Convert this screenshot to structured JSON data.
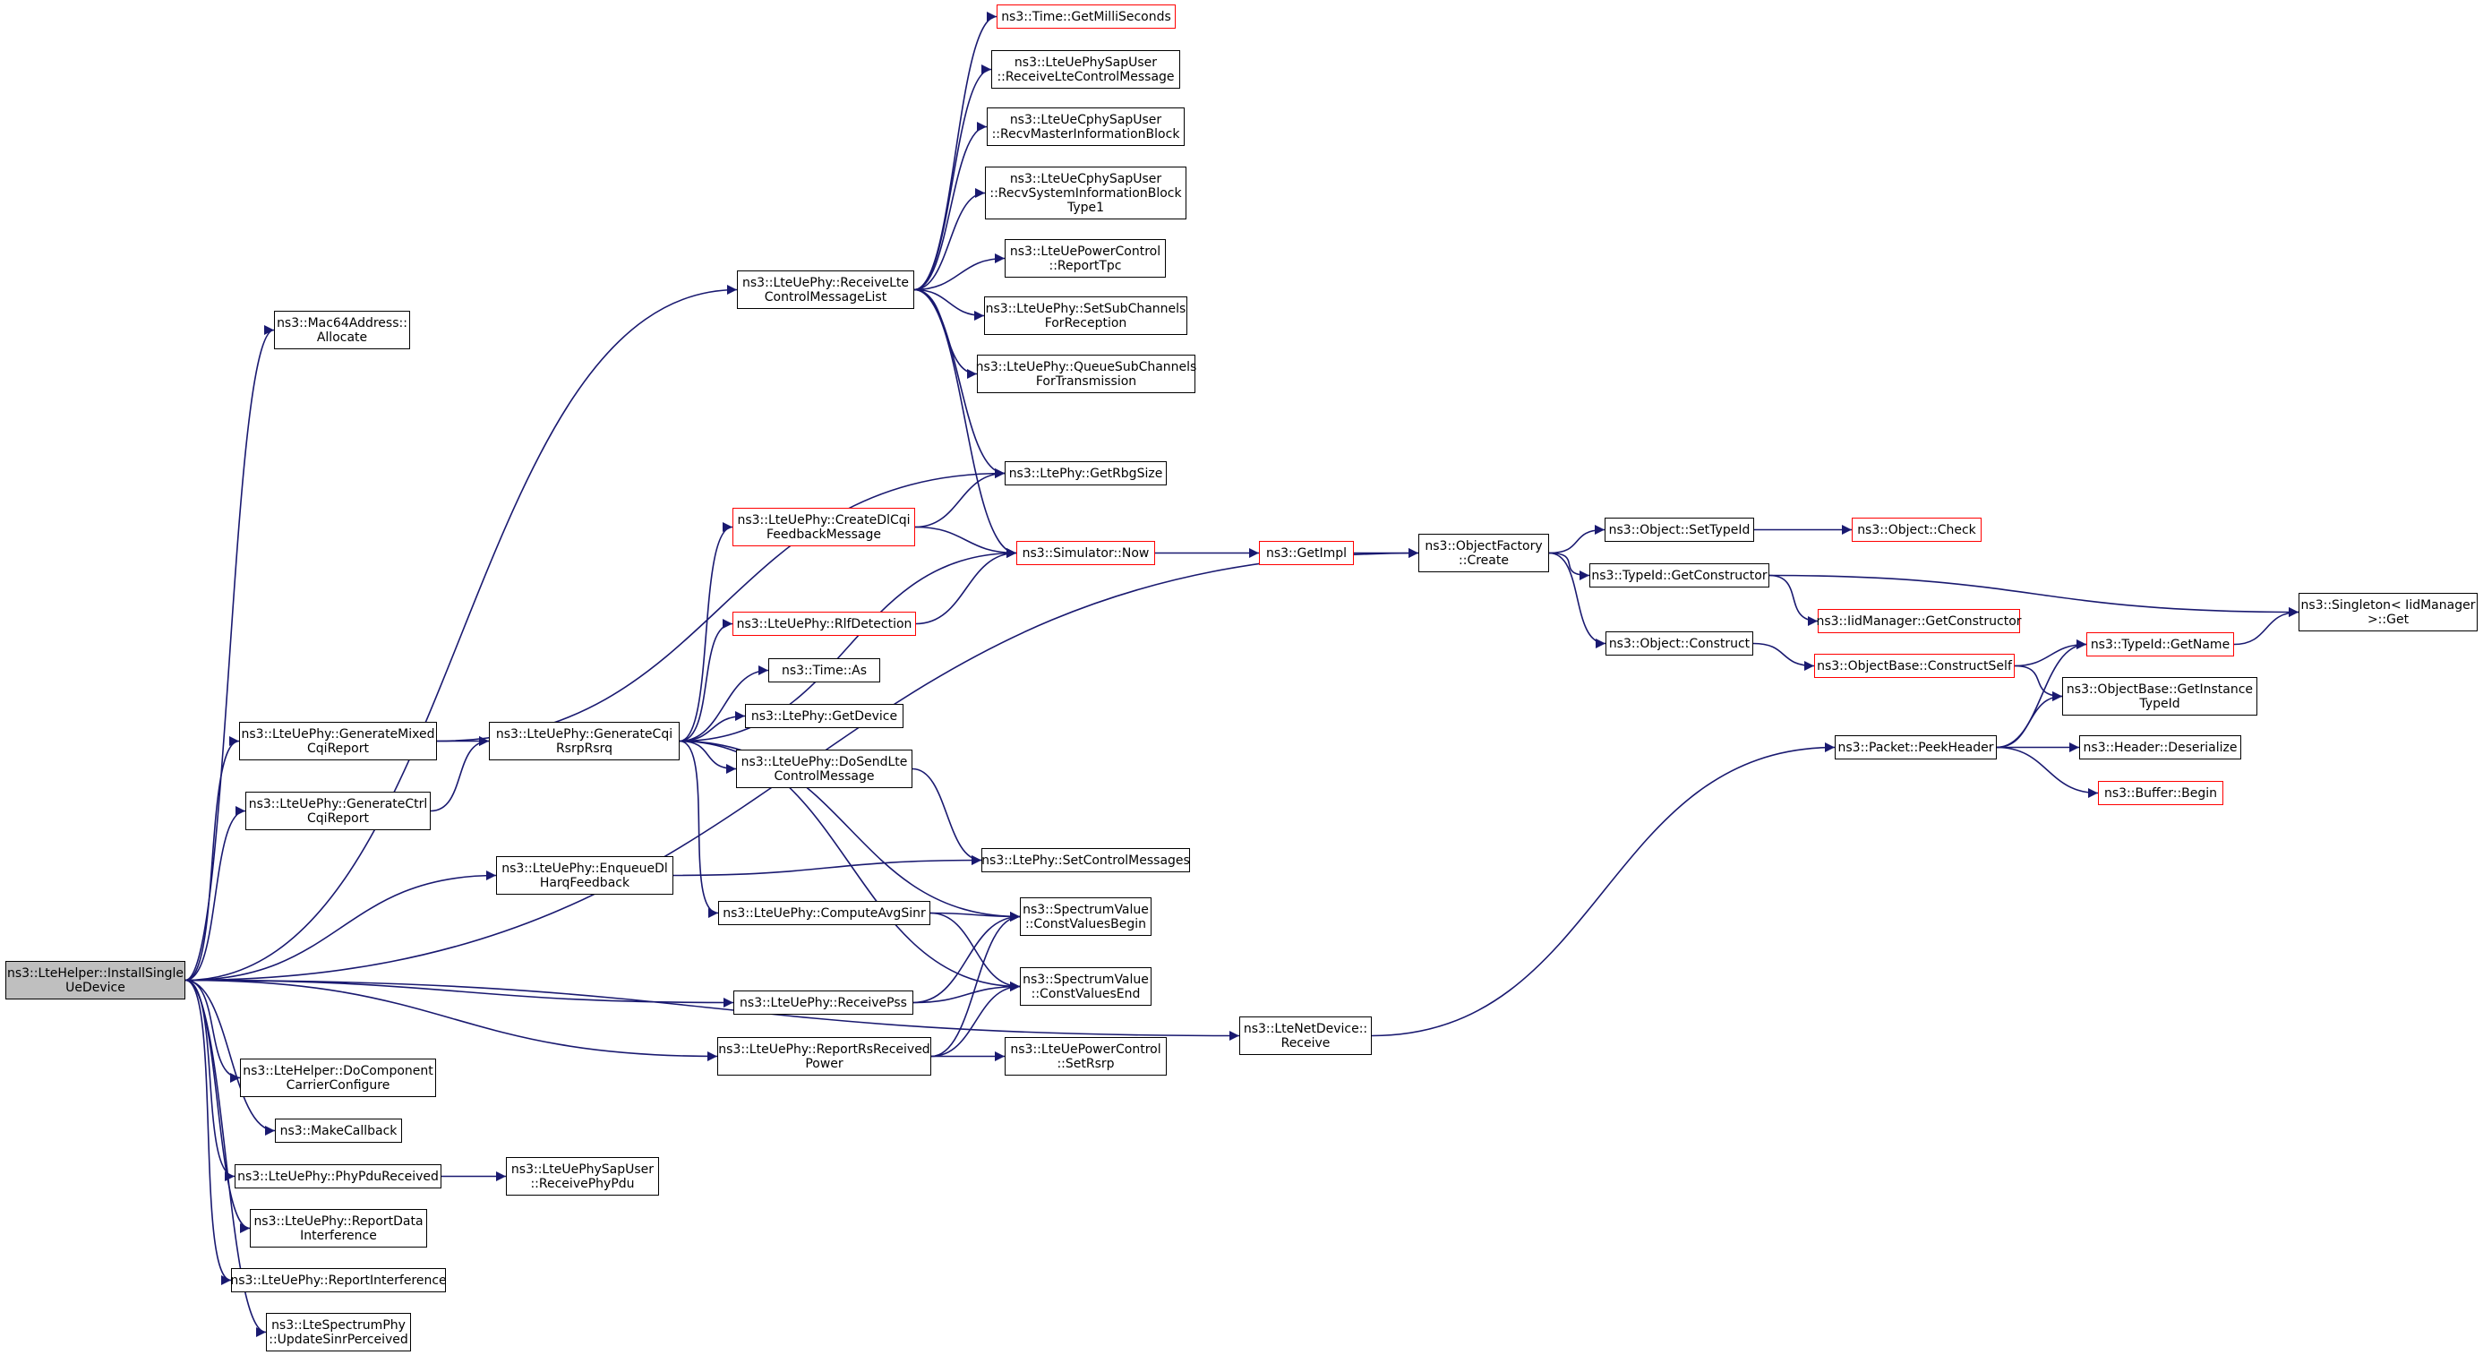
{
  "colors": {
    "edge": "#191970",
    "node_border": "#000000",
    "truncated_border": "#ff0000",
    "root_fill": "#bfbfbf"
  },
  "nodes": {
    "root": [
      "ns3::LteHelper::InstallSingle",
      "UeDevice"
    ],
    "mac64": [
      "ns3::Mac64Address::",
      "Allocate"
    ],
    "receiveLte": [
      "ns3::LteUePhy::ReceiveLte",
      "ControlMessageList"
    ],
    "getMilli": [
      "ns3::Time::GetMilliSeconds"
    ],
    "phySapRecv": [
      "ns3::LteUePhySapUser",
      "::ReceiveLteControlMessage"
    ],
    "recvMaster": [
      "ns3::LteUeCphySapUser",
      "::RecvMasterInformationBlock"
    ],
    "recvSys": [
      "ns3::LteUeCphySapUser",
      "::RecvSystemInformationBlock",
      "Type1"
    ],
    "reportTpc": [
      "ns3::LteUePowerControl",
      "::ReportTpc"
    ],
    "setSub": [
      "ns3::LteUePhy::SetSubChannels",
      "ForReception"
    ],
    "queueSub": [
      "ns3::LteUePhy::QueueSubChannels",
      "ForTransmission"
    ],
    "getRbg": [
      "ns3::LtePhy::GetRbgSize"
    ],
    "createDl": [
      "ns3::LteUePhy::CreateDlCqi",
      "FeedbackMessage"
    ],
    "simNow": [
      "ns3::Simulator::Now"
    ],
    "getImpl": [
      "ns3::GetImpl"
    ],
    "objCreate": [
      "ns3::ObjectFactory",
      "::Create"
    ],
    "setTypeId": [
      "ns3::Object::SetTypeId"
    ],
    "objCheck": [
      "ns3::Object::Check"
    ],
    "getCtor": [
      "ns3::TypeId::GetConstructor"
    ],
    "singleton": [
      "ns3::Singleton< IidManager",
      ">::Get"
    ],
    "iidCtor": [
      "ns3::IidManager::GetConstructor"
    ],
    "objConstruct": [
      "ns3::Object::Construct"
    ],
    "constructSelf": [
      "ns3::ObjectBase::ConstructSelf"
    ],
    "getName": [
      "ns3::TypeId::GetName"
    ],
    "getInstance": [
      "ns3::ObjectBase::GetInstance",
      "TypeId"
    ],
    "peekHeader": [
      "ns3::Packet::PeekHeader"
    ],
    "deserialize": [
      "ns3::Header::Deserialize"
    ],
    "bufBegin": [
      "ns3::Buffer::Begin"
    ],
    "rlf": [
      "ns3::LteUePhy::RlfDetection"
    ],
    "timeAs": [
      "ns3::Time::As"
    ],
    "genMixed": [
      "ns3::LteUePhy::GenerateMixed",
      "CqiReport"
    ],
    "genCqi": [
      "ns3::LteUePhy::GenerateCqi",
      "RsrpRsrq"
    ],
    "getDevice": [
      "ns3::LtePhy::GetDevice"
    ],
    "genCtrl": [
      "ns3::LteUePhy::GenerateCtrl",
      "CqiReport"
    ],
    "doSend": [
      "ns3::LteUePhy::DoSendLte",
      "ControlMessage"
    ],
    "enqueue": [
      "ns3::LteUePhy::EnqueueDl",
      "HarqFeedback"
    ],
    "setCtrl": [
      "ns3::LtePhy::SetControlMessages"
    ],
    "avgSinr": [
      "ns3::LteUePhy::ComputeAvgSinr"
    ],
    "cvBegin": [
      "ns3::SpectrumValue",
      "::ConstValuesBegin"
    ],
    "cvEnd": [
      "ns3::SpectrumValue",
      "::ConstValuesEnd"
    ],
    "recvPss": [
      "ns3::LteUePhy::ReceivePss"
    ],
    "netRecv": [
      "ns3::LteNetDevice::",
      "Receive"
    ],
    "reportRs": [
      "ns3::LteUePhy::ReportRsReceived",
      "Power"
    ],
    "setRsrp": [
      "ns3::LteUePowerControl",
      "::SetRsrp"
    ],
    "doComp": [
      "ns3::LteHelper::DoComponent",
      "CarrierConfigure"
    ],
    "makeCb": [
      "ns3::MakeCallback"
    ],
    "phyPdu": [
      "ns3::LteUePhy::PhyPduReceived"
    ],
    "recvPhyPdu": [
      "ns3::LteUePhySapUser",
      "::ReceivePhyPdu"
    ],
    "reportData": [
      "ns3::LteUePhy::ReportData",
      "Interference"
    ],
    "reportInterf": [
      "ns3::LteUePhy::ReportInterference"
    ],
    "updateSinr": [
      "ns3::LteSpectrumPhy",
      "::UpdateSinrPerceived"
    ]
  }
}
